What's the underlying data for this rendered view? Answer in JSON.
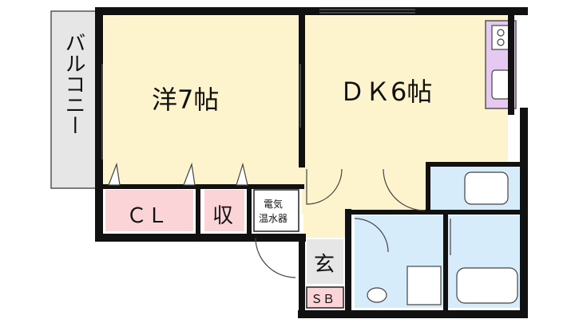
{
  "rooms": {
    "balcony": "バルコニー",
    "western_room": "洋7帖",
    "dining_kitchen": "ＤＫ6帖",
    "closet": "ＣＬ",
    "storage": "収",
    "water_heater_line1": "電気",
    "water_heater_line2": "温水器",
    "entrance": "玄",
    "shoe_box": "ＳＢ"
  },
  "colors": {
    "room_fill": "#fdf3cc",
    "closet_fill": "#fbd4d8",
    "wet_area_fill": "#d6ecfb",
    "kitchen_counter": "#e6c9f1",
    "balcony_fill": "#e6e6e6",
    "wall": "#111111"
  }
}
